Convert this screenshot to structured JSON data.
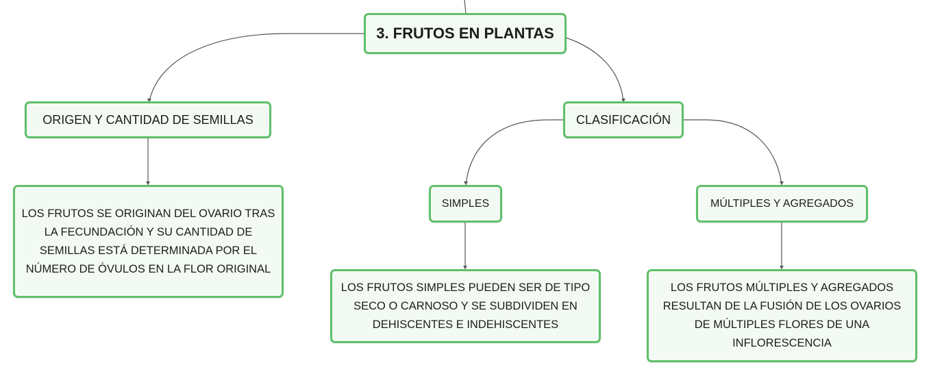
{
  "colors": {
    "border": "#5fbf6a",
    "fill": "#f3faf3",
    "link": "#555555"
  },
  "nodes": {
    "root": "3. FRUTOS EN PLANTAS",
    "origen": "ORIGEN Y CANTIDAD DE SEMILLAS",
    "clasificacion": "CLASIFICACIÓN",
    "simples": "SIMPLES",
    "multiples": "MÚLTIPLES Y AGREGADOS",
    "desc_origen": "LOS FRUTOS SE ORIGINAN DEL OVARIO TRAS LA FECUNDACIÓN Y SU CANTIDAD DE SEMILLAS ESTÁ DETERMINADA POR EL NÚMERO DE ÓVULOS EN LA FLOR ORIGINAL",
    "desc_simples": "LOS FRUTOS SIMPLES PUEDEN SER DE TIPO SECO O CARNOSO Y SE SUBDIVIDEN EN DEHISCENTES E INDEHISCENTES",
    "desc_multiples": "LOS FRUTOS MÚLTIPLES Y AGREGADOS RESULTAN DE LA FUSIÓN DE LOS OVARIOS DE MÚLTIPLES FLORES DE UNA INFLORESCENCIA"
  }
}
